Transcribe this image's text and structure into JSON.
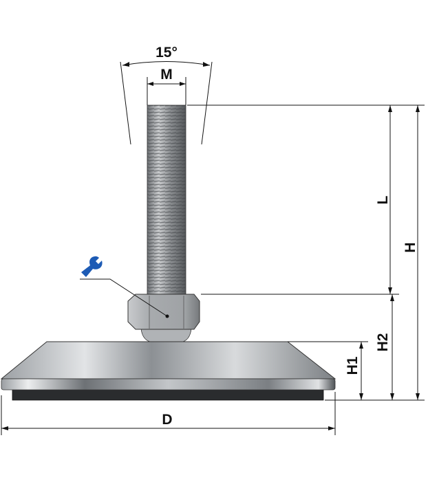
{
  "labels": {
    "angle": "15°",
    "thread": "M",
    "length": "L",
    "height": "H",
    "height2": "H2",
    "height1": "H1",
    "diameter": "D"
  },
  "icons": {
    "wrench": "wrench-icon"
  },
  "colors": {
    "wrench": "#1d5bb5",
    "rubber": "#2a2c2e",
    "steel": "#b8bcc0"
  }
}
